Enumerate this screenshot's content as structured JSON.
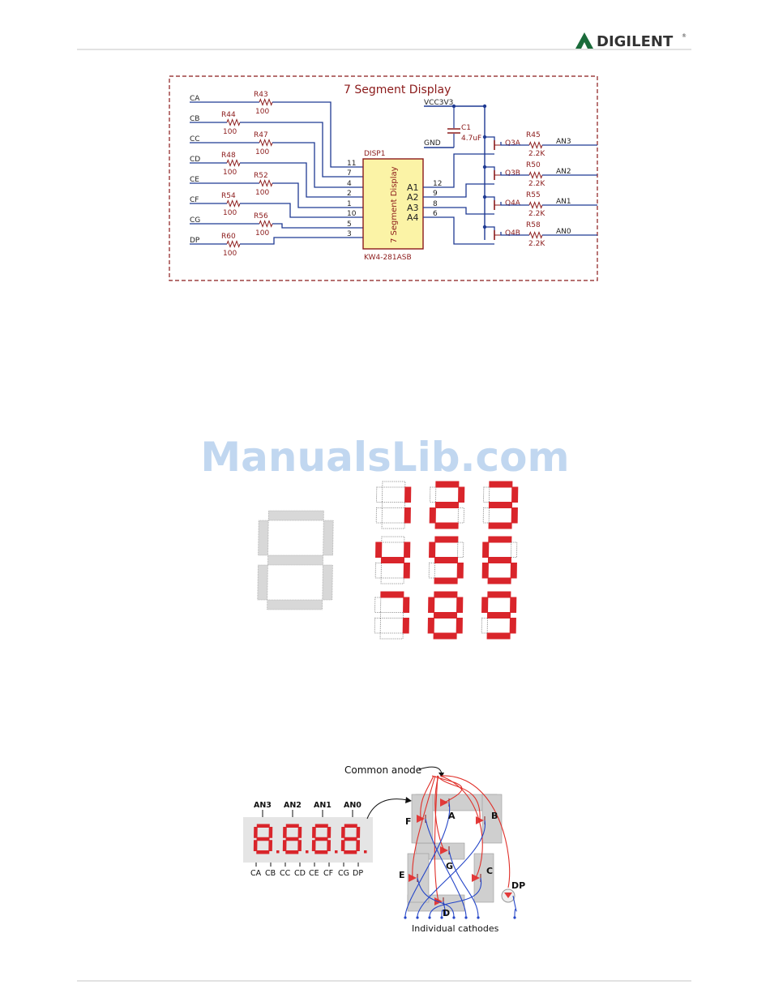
{
  "header": {
    "logo_text": "DIGILENT",
    "logo_mark": "®",
    "logo_icon": "digilent-triangle-icon"
  },
  "schematic": {
    "title": "7 Segment Display",
    "supply": "VCC3V3",
    "ground": "GND",
    "capacitor": {
      "ref": "C1",
      "value": "4.7uF"
    },
    "chip": {
      "ref": "DISP1",
      "part": "KW4-281ASB",
      "body_label": "7 Segment Display"
    },
    "cathode_inputs": [
      {
        "net": "CA",
        "resistor": "R43",
        "value": "100",
        "pin_number": "11",
        "pin_name": "CA"
      },
      {
        "net": "CB",
        "resistor": "R44",
        "value": "100",
        "pin_number": "7",
        "pin_name": "CB"
      },
      {
        "net": "CC",
        "resistor": "R47",
        "value": "100",
        "pin_number": "4",
        "pin_name": "CC"
      },
      {
        "net": "CD",
        "resistor": "R48",
        "value": "100",
        "pin_number": "2",
        "pin_name": "CD"
      },
      {
        "net": "CE",
        "resistor": "R52",
        "value": "100",
        "pin_number": "1",
        "pin_name": "CE"
      },
      {
        "net": "CF",
        "resistor": "R54",
        "value": "100",
        "pin_number": "10",
        "pin_name": "CF"
      },
      {
        "net": "CG",
        "resistor": "R56",
        "value": "100",
        "pin_number": "5",
        "pin_name": "CG"
      },
      {
        "net": "DP",
        "resistor": "R60",
        "value": "100",
        "pin_number": "3",
        "pin_name": "DP"
      }
    ],
    "anode_pins": [
      {
        "pin_name": "A1",
        "pin_number": "12",
        "transistor": "Q3A",
        "resistor": "R45",
        "value": "2.2K",
        "net": "AN3"
      },
      {
        "pin_name": "A2",
        "pin_number": "9",
        "transistor": "Q3B",
        "resistor": "R50",
        "value": "2.2K",
        "net": "AN2"
      },
      {
        "pin_name": "A3",
        "pin_number": "8",
        "transistor": "Q4A",
        "resistor": "R55",
        "value": "2.2K",
        "net": "AN1"
      },
      {
        "pin_name": "A4",
        "pin_number": "6",
        "transistor": "Q4B",
        "resistor": "R58",
        "value": "2.2K",
        "net": "AN0"
      }
    ]
  },
  "watermark": "ManualsLib.com",
  "segment_figure": {
    "digits_shown": [
      "1",
      "2",
      "3",
      "4",
      "5",
      "6",
      "7",
      "8",
      "9"
    ],
    "lit_color": "#d9252b"
  },
  "wiring": {
    "common_anode_label": "Common anode",
    "anode_labels": [
      "AN3",
      "AN2",
      "AN1",
      "AN0"
    ],
    "cathode_labels": [
      "CA",
      "CB",
      "CC",
      "CD",
      "CE",
      "CF",
      "CG",
      "DP"
    ],
    "segment_labels": [
      "A",
      "B",
      "C",
      "D",
      "E",
      "F",
      "G",
      "DP"
    ],
    "individual_cathodes_label": "Individual cathodes"
  },
  "colors": {
    "schematic_red": "#8b1a1a",
    "wire_blue": "#1f3a93",
    "chip_fill": "#fbf3a6",
    "segment_red": "#d9252b",
    "segment_grey": "#d8d8d8"
  }
}
